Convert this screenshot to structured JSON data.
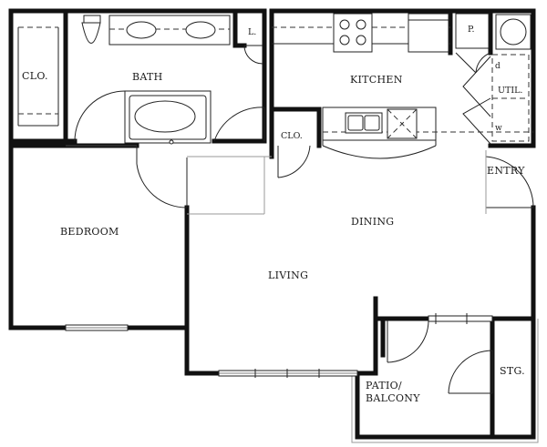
{
  "rooms": {
    "closet_left": "CLO.",
    "bath": "BATH",
    "linen": "L.",
    "kitchen": "KITCHEN",
    "pantry": "P.",
    "utility": "UTIL.",
    "closet_kitchen": "CLO.",
    "entry": "ENTRY",
    "bedroom": "BEDROOM",
    "dining": "DINING",
    "living": "LIVING",
    "storage": "STG.",
    "patio_line1": "PATIO/",
    "patio_line2": "BALCONY"
  },
  "appliance_marks": {
    "dryer": "d",
    "washer": "w"
  }
}
